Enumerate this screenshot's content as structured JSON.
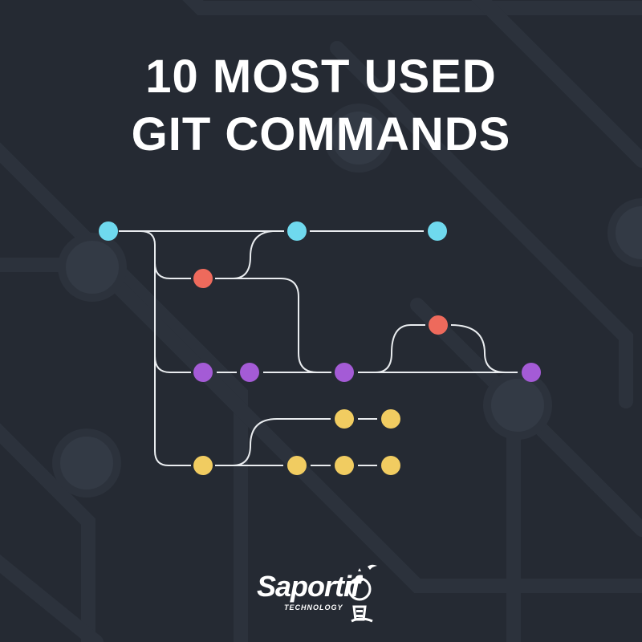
{
  "title": {
    "line1": "10 MOST USED",
    "line2": "GIT COMMANDS"
  },
  "logo": {
    "wordmark": "Saportif",
    "subtitle": "TECHNOLOGY"
  },
  "colors": {
    "background": "#252a33",
    "pattern": "#2f3540",
    "line": "#e9ecef",
    "cyan": "#6fd9ee",
    "red": "#ee6a5c",
    "purple": "#a45bd6",
    "yellow": "#f1cc61"
  },
  "icons": [
    "git-branch-diagram",
    "lighthouse-logo-icon"
  ]
}
